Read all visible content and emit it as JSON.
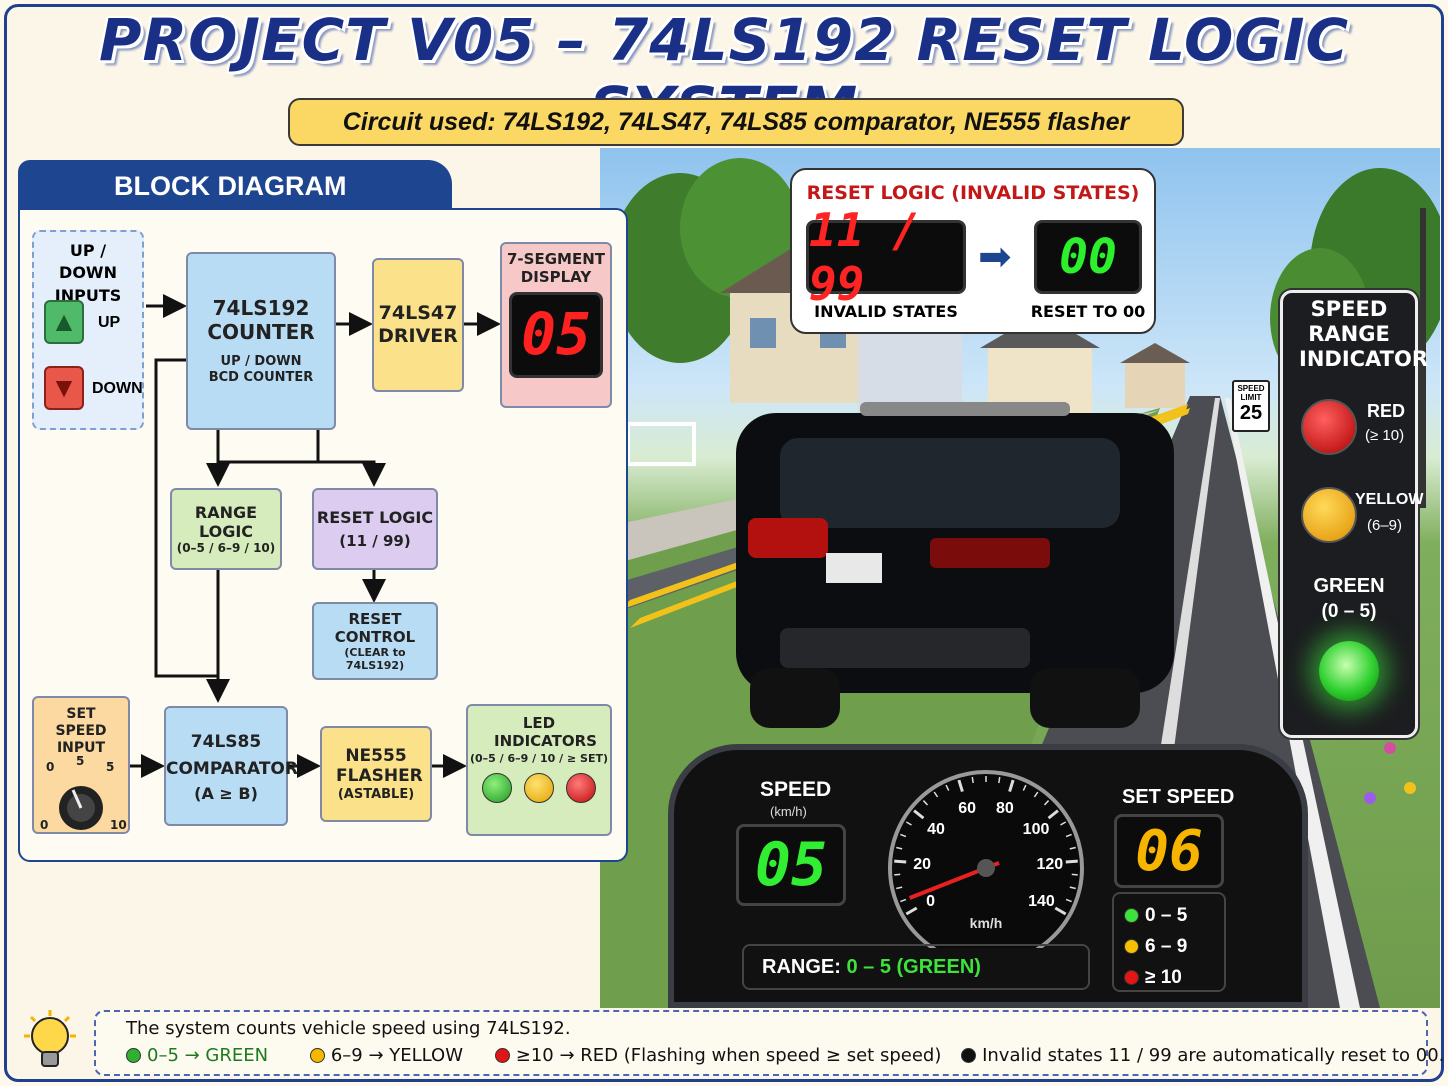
{
  "title": "PROJECT V05 – 74LS192 RESET LOGIC SYSTEM",
  "subtitle": "Circuit used: 74LS192, 74LS47, 74LS85 comparator, NE555 flasher",
  "block_diagram": {
    "heading": "BLOCK DIAGRAM",
    "updown": {
      "title": "UP / DOWN INPUTS",
      "up": "UP",
      "down": "DOWN"
    },
    "counter": {
      "title": "74LS192 COUNTER",
      "sub": "UP / DOWN BCD COUNTER"
    },
    "driver": {
      "title": "74LS47 DRIVER"
    },
    "display": {
      "title": "7-SEGMENT DISPLAY",
      "value": "05"
    },
    "range": {
      "title": "RANGE LOGIC",
      "sub": "(0–5 / 6–9 / 10)"
    },
    "reset": {
      "title": "RESET LOGIC",
      "sub": "(11 / 99)"
    },
    "reset_control": {
      "title": "RESET CONTROL",
      "sub": "(CLEAR to 74LS192)"
    },
    "set_speed": {
      "title": "SET SPEED INPUT",
      "ticks": [
        "0",
        "5",
        "5",
        "0",
        "10"
      ]
    },
    "comparator": {
      "title": "74LS85 COMPARATOR",
      "sub": "(A ≥ B)"
    },
    "flasher": {
      "title": "NE555 FLASHER",
      "sub": "(ASTABLE)"
    },
    "leds": {
      "title": "LED INDICATORS",
      "sub": "(0–5 / 6–9 / 10 / ≥ SET)"
    }
  },
  "reset_bubble": {
    "title": "RESET LOGIC (INVALID STATES)",
    "invalid": "11 / 99",
    "reset": "00",
    "invalid_label": "INVALID STATES",
    "reset_label": "RESET TO 00"
  },
  "speed_sign": {
    "line1": "SPEED",
    "line2": "LIMIT",
    "value": "25"
  },
  "speed_range_indicator": {
    "title": "SPEED RANGE INDICATOR",
    "red": "RED",
    "red_range": "(≥ 10)",
    "yellow": "YELLOW",
    "yellow_range": "(6–9)",
    "green": "GREEN",
    "green_range": "(0 – 5)"
  },
  "dashboard": {
    "speed_label": "SPEED",
    "speed_unit": "(km/h)",
    "speed_value": "05",
    "gauge_ticks": [
      "0",
      "20",
      "40",
      "60",
      "80",
      "100",
      "120",
      "140"
    ],
    "gauge_unit": "km/h",
    "gauge_value": 5,
    "set_label": "SET SPEED",
    "set_value": "06",
    "legend": [
      "0 – 5",
      "6 – 9",
      "≥ 10"
    ],
    "range_label": "RANGE:",
    "range_value": "0 – 5 (GREEN)"
  },
  "footer": {
    "line1": "The system counts vehicle speed using 74LS192.",
    "g": "0–5 → GREEN",
    "y": "6–9 → YELLOW",
    "r": "≥10 → RED  (Flashing when speed ≥ set speed)",
    "k": "Invalid states 11 / 99 are automatically reset to 00."
  },
  "colors": {
    "green": "#39d93b",
    "yellow": "#f5b800",
    "red": "#e01616",
    "navy": "#1e4690"
  }
}
